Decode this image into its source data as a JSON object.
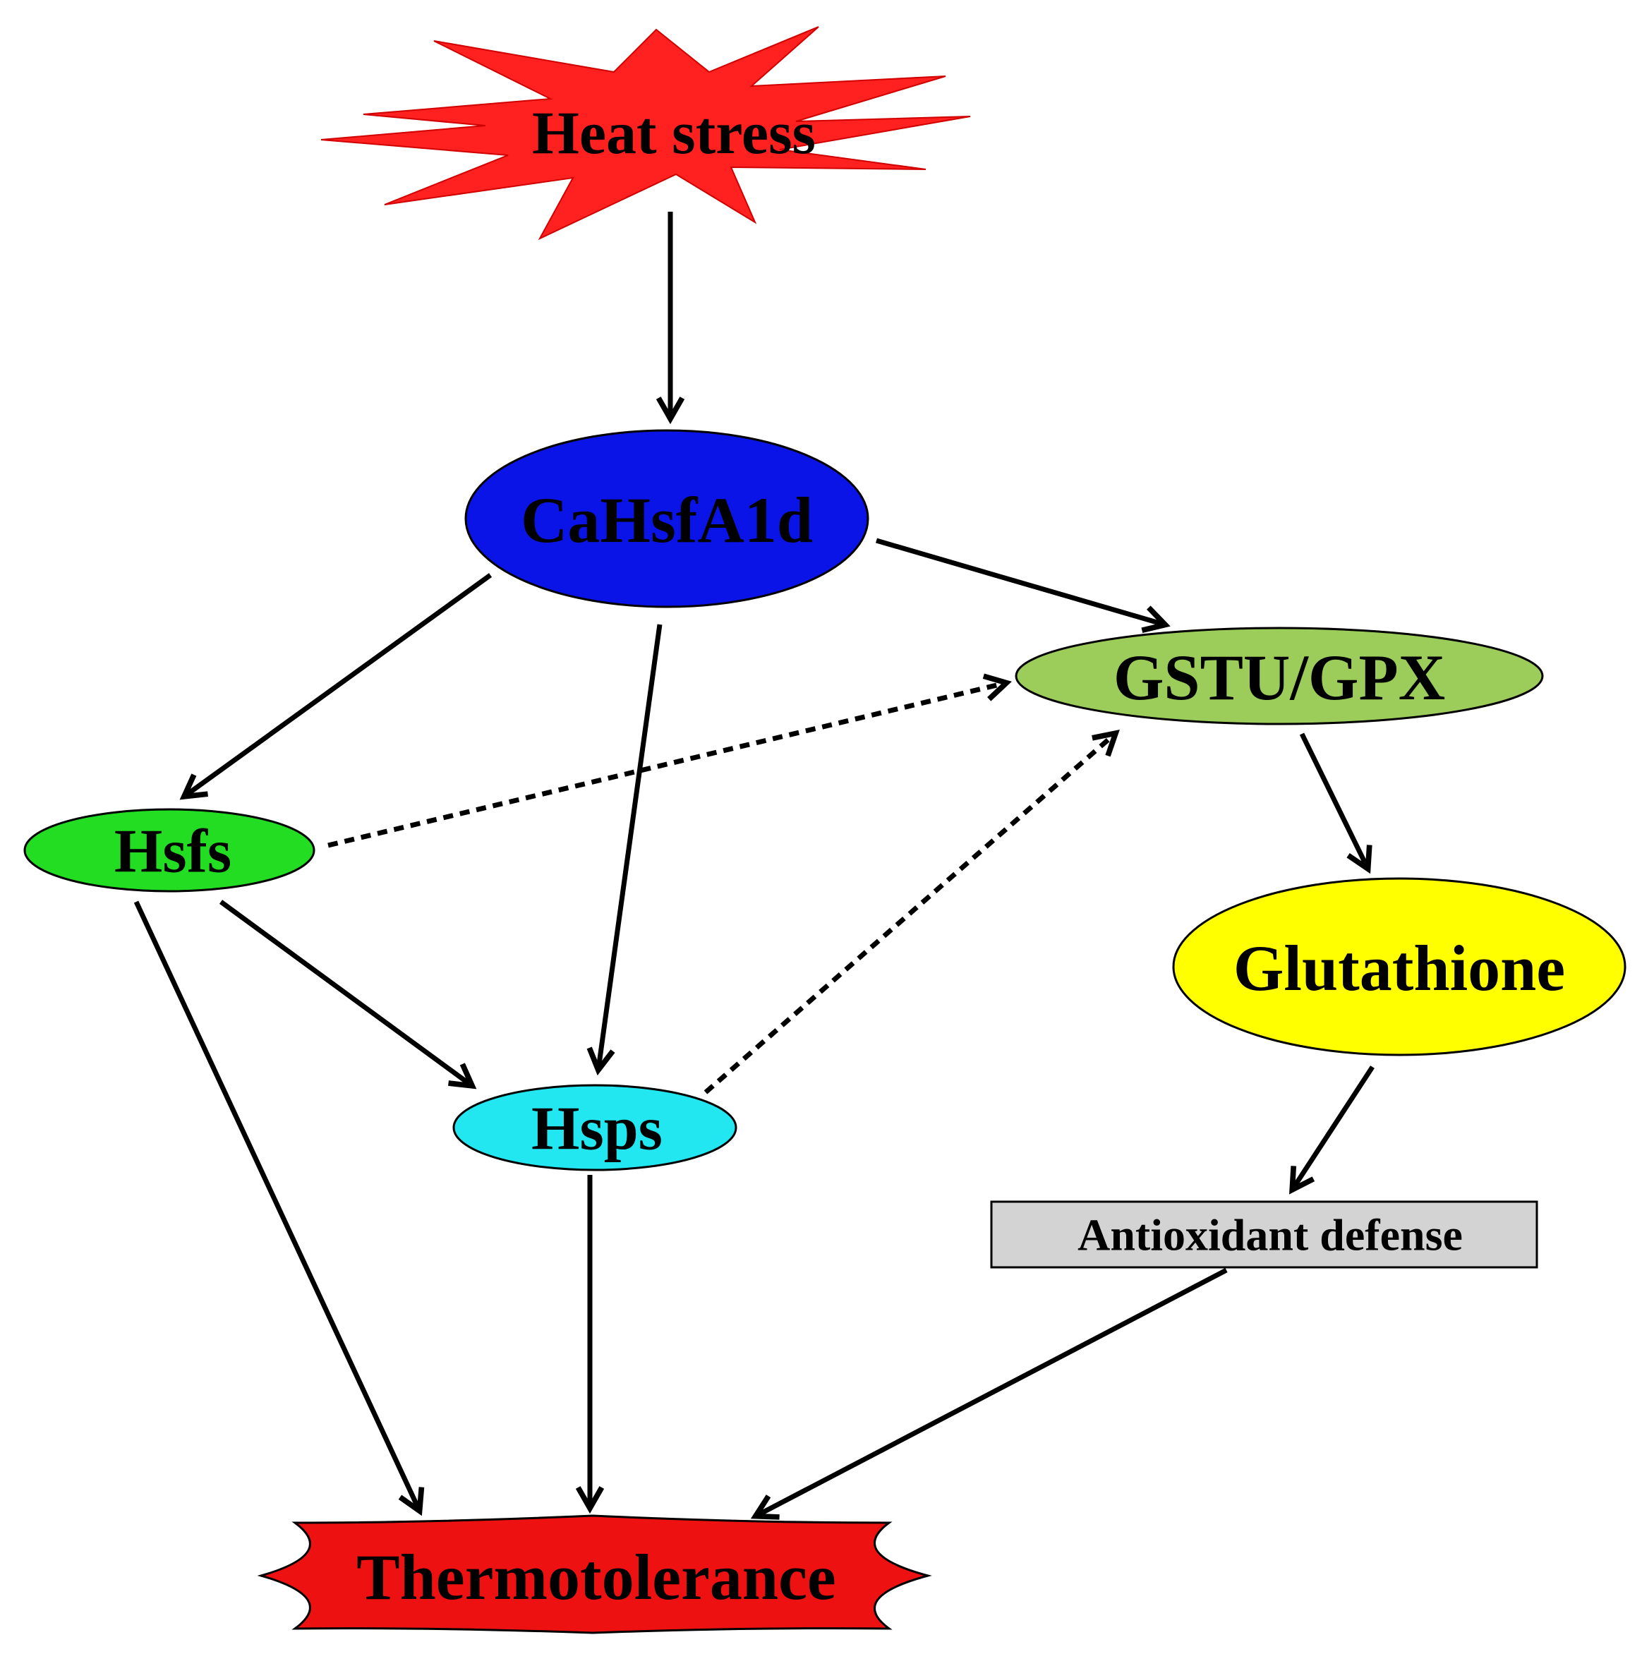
{
  "nodes": {
    "heat_stress": {
      "label": "Heat stress",
      "color": "#ff2020"
    },
    "cahsfa1d": {
      "label": "CaHsfA1d",
      "color": "#0a14e6"
    },
    "gstu_gpx": {
      "label": "GSTU/GPX",
      "color": "#9ccc5a"
    },
    "hsfs": {
      "label": "Hsfs",
      "color": "#22dd22"
    },
    "glutathione": {
      "label": "Glutathione",
      "color": "#ffff00"
    },
    "hsps": {
      "label": "Hsps",
      "color": "#22e6f0"
    },
    "antioxidant_defense": {
      "label": "Antioxidant defense",
      "color": "#d3d3d3"
    },
    "thermotolerance": {
      "label": "Thermotolerance",
      "color": "#ee1111"
    }
  },
  "edges": [
    {
      "from": "heat_stress",
      "to": "cahsfa1d",
      "style": "solid"
    },
    {
      "from": "cahsfa1d",
      "to": "gstu_gpx",
      "style": "solid"
    },
    {
      "from": "cahsfa1d",
      "to": "hsfs",
      "style": "solid"
    },
    {
      "from": "cahsfa1d",
      "to": "hsps",
      "style": "solid"
    },
    {
      "from": "hsfs",
      "to": "gstu_gpx",
      "style": "dashed"
    },
    {
      "from": "hsps",
      "to": "gstu_gpx",
      "style": "dashed"
    },
    {
      "from": "gstu_gpx",
      "to": "glutathione",
      "style": "solid"
    },
    {
      "from": "hsfs",
      "to": "hsps",
      "style": "solid"
    },
    {
      "from": "hsfs",
      "to": "thermotolerance",
      "style": "solid"
    },
    {
      "from": "glutathione",
      "to": "antioxidant_defense",
      "style": "solid"
    },
    {
      "from": "hsps",
      "to": "thermotolerance",
      "style": "solid"
    },
    {
      "from": "antioxidant_defense",
      "to": "thermotolerance",
      "style": "solid"
    }
  ]
}
